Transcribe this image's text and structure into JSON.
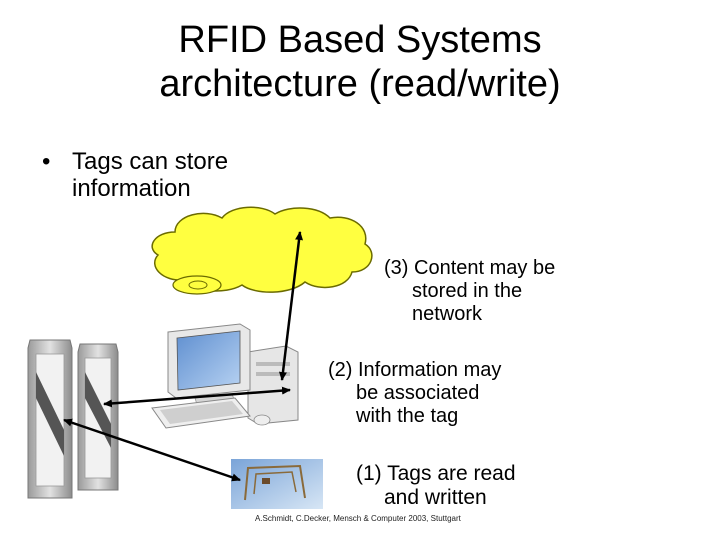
{
  "title": {
    "line1": "RFID Based Systems",
    "line2": "architecture (read/write)"
  },
  "bullet": {
    "symbol": "•",
    "text": "Tags can store information"
  },
  "labels": {
    "network": {
      "line1": "(3) Content may be",
      "line2": "stored in the",
      "line3": "network"
    },
    "associated": {
      "line1": "(2) Information may",
      "line2": "be associated",
      "line3": "with the tag"
    },
    "read": {
      "line1": "(1) Tags are read",
      "line2": "and written"
    }
  },
  "footer": "A.Schmidt, C.Decker, Mensch & Computer 2003, Stuttgart",
  "colors": {
    "cloud": "#ffff40",
    "cloud_outline": "#6b6b00",
    "gate": "#c8c8c8",
    "computer": "#e6e6e6"
  }
}
